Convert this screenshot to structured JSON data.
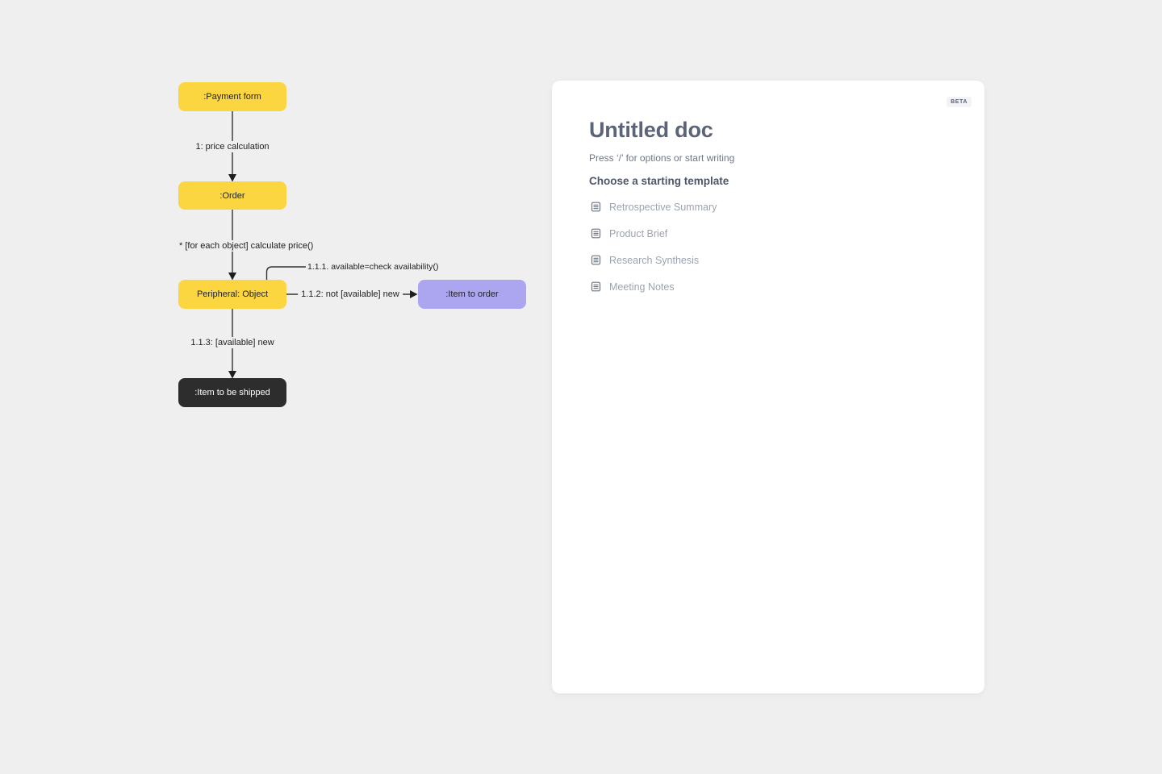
{
  "diagram": {
    "nodes": [
      {
        "id": "payment-form",
        "label": ":Payment form"
      },
      {
        "id": "order",
        "label": ":Order"
      },
      {
        "id": "peripheral-object",
        "label": "Peripheral: Object"
      },
      {
        "id": "item-to-order",
        "label": ":Item to order"
      },
      {
        "id": "item-to-be-shipped",
        "label": ":Item to be shipped"
      }
    ],
    "edge_labels": [
      {
        "id": "price-calculation",
        "label": "1: price calculation"
      },
      {
        "id": "calculate-price",
        "label": "* [for each object] calculate price()"
      },
      {
        "id": "check-availability",
        "label": "1.1.1. available=check availability()"
      },
      {
        "id": "not-available-new",
        "label": "1.1.2: not [available] new"
      },
      {
        "id": "available-new",
        "label": "1.1.3: [available] new"
      }
    ],
    "colors": {
      "node_yellow": "#fbd640",
      "node_purple": "#aca5f0",
      "node_dark": "#2d2d2e",
      "edge_line": "#333333",
      "canvas_background": "#efefef"
    }
  },
  "doc_panel": {
    "beta_badge": "BETA",
    "title": "Untitled doc",
    "editor_placeholder": "Press ‘/’ for options or start writing",
    "templates_heading": "Choose a starting template",
    "templates": [
      {
        "icon": "document-icon",
        "label": "Retrospective Summary"
      },
      {
        "icon": "document-icon",
        "label": "Product Brief"
      },
      {
        "icon": "document-icon",
        "label": "Research Synthesis"
      },
      {
        "icon": "document-icon",
        "label": "Meeting Notes"
      }
    ]
  }
}
